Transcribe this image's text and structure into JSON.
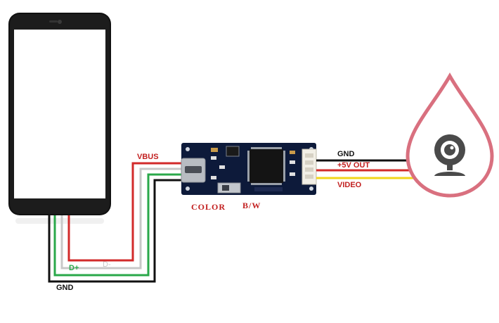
{
  "labels": {
    "vbus": "VBUS",
    "d_plus": "D+",
    "d_minus": "D-",
    "gnd_left": "GND",
    "color": "COLOR",
    "bw": "B/W",
    "gnd_right": "GND",
    "five_v_out": "+5V OUT",
    "video": "VIDEO"
  },
  "colors": {
    "vbus_wire": "#d22a2a",
    "d_minus_wire": "#c8c8c8",
    "d_plus_wire": "#2aa84a",
    "gnd_wire": "#111111",
    "five_v_wire": "#d22a2a",
    "video_wire": "#f2d51a",
    "red_text": "#c21f1f",
    "board": "#0d1a3a",
    "drop_outline": "#d9707f"
  },
  "icons": {
    "phone": "smartphone-icon",
    "board": "usb-video-capture-board",
    "camera": "webcam-icon"
  }
}
